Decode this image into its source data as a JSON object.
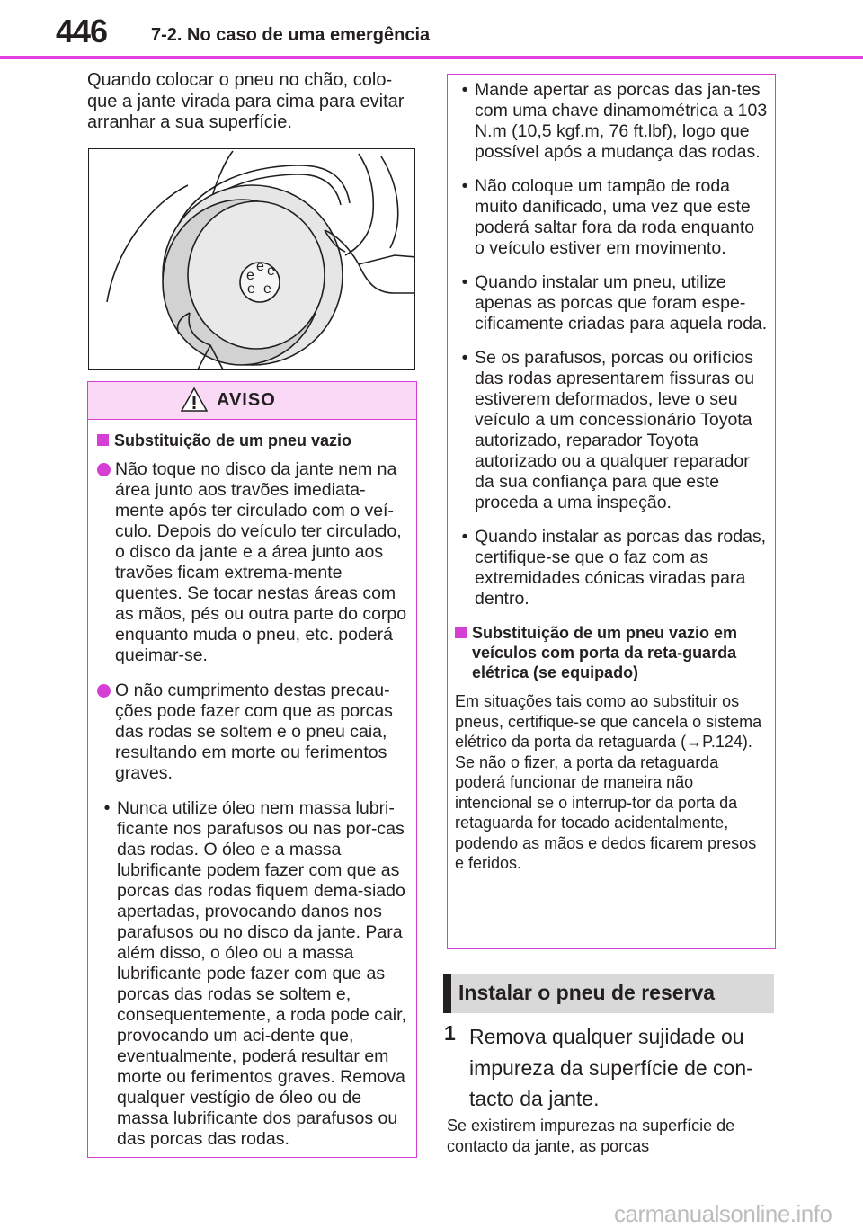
{
  "header": {
    "page_number": "446",
    "section": "7-2. No caso de uma emergência"
  },
  "intro": "Quando colocar o pneu no chão, colo-que a jante virada para cima para evitar arranhar a sua superfície.",
  "warning": {
    "title": "AVISO",
    "heading1": "Substituição de um pneu vazio",
    "dot1": "Não toque no disco da jante nem na área junto aos travões imediata-mente após ter circulado com o veí-culo. Depois do veículo ter circulado, o disco da jante e a área junto aos travões ficam extrema-mente quentes. Se tocar nestas áreas com as mãos, pés ou outra parte do corpo enquanto muda o pneu, etc. poderá queimar-se.",
    "dot2": "O não cumprimento destas precau-ções pode fazer com que as porcas das rodas se soltem e o pneu caia, resultando em morte ou ferimentos graves.",
    "bullets_left": [
      "Nunca utilize óleo nem massa lubri-ficante nos parafusos ou nas por-cas das rodas. O óleo e a massa lubrificante podem fazer com que as porcas das rodas fiquem dema-siado apertadas, provocando danos nos parafusos ou no disco da jante. Para além disso, o óleo ou a massa lubrificante pode fazer com que as porcas das rodas se soltem e, consequentemente, a roda pode cair, provocando um aci-dente que, eventualmente, poderá resultar em morte ou ferimentos graves. Remova qualquer vestígio de óleo ou de massa lubrificante dos parafusos ou das porcas das rodas."
    ],
    "bullets_right": [
      "Mande apertar as porcas das jan-tes com uma chave dinamométrica a 103 N.m (10,5 kgf.m, 76 ft.lbf), logo que possível após a mudança das rodas.",
      "Não coloque um tampão de roda muito danificado, uma vez que este poderá saltar fora da roda enquanto o veículo estiver em movimento.",
      "Quando instalar um pneu, utilize apenas as porcas que foram espe-cificamente criadas para aquela roda.",
      "Se os parafusos, porcas ou orifícios das rodas apresentarem fissuras ou estiverem deformados, leve o seu veículo a um concessionário Toyota autorizado, reparador Toyota autorizado ou a qualquer reparador da sua confiança para que este proceda a uma inspeção.",
      "Quando instalar as porcas das rodas, certifique-se que o faz com as extremidades cónicas viradas para dentro."
    ],
    "heading2": "Substituição de um pneu vazio em veículos com porta da reta-guarda elétrica (se equipado)",
    "para2": "Em situações tais como ao substituir os pneus, certifique-se que cancela o sistema elétrico da porta da retaguarda (→P.124). Se não o fizer, a porta da retaguarda poderá funcionar de maneira não intencional se o interrup-tor da porta da retaguarda for tocado acidentalmente, podendo as mãos e dedos ficarem presos e feridos."
  },
  "section_heading": "Instalar o pneu de reserva",
  "step": {
    "number": "1",
    "text": "Remova qualquer sujidade ou impureza da superfície de con-tacto da jante.",
    "note": "Se existirem impurezas na superfície de contacto da jante, as porcas"
  },
  "footer": "carmanualsonline.info",
  "colors": {
    "accent": "#d63fd6",
    "header_rule": "#e33fe3",
    "warning_bg": "#f9d9f5",
    "section_bg": "#d9d9d9"
  }
}
